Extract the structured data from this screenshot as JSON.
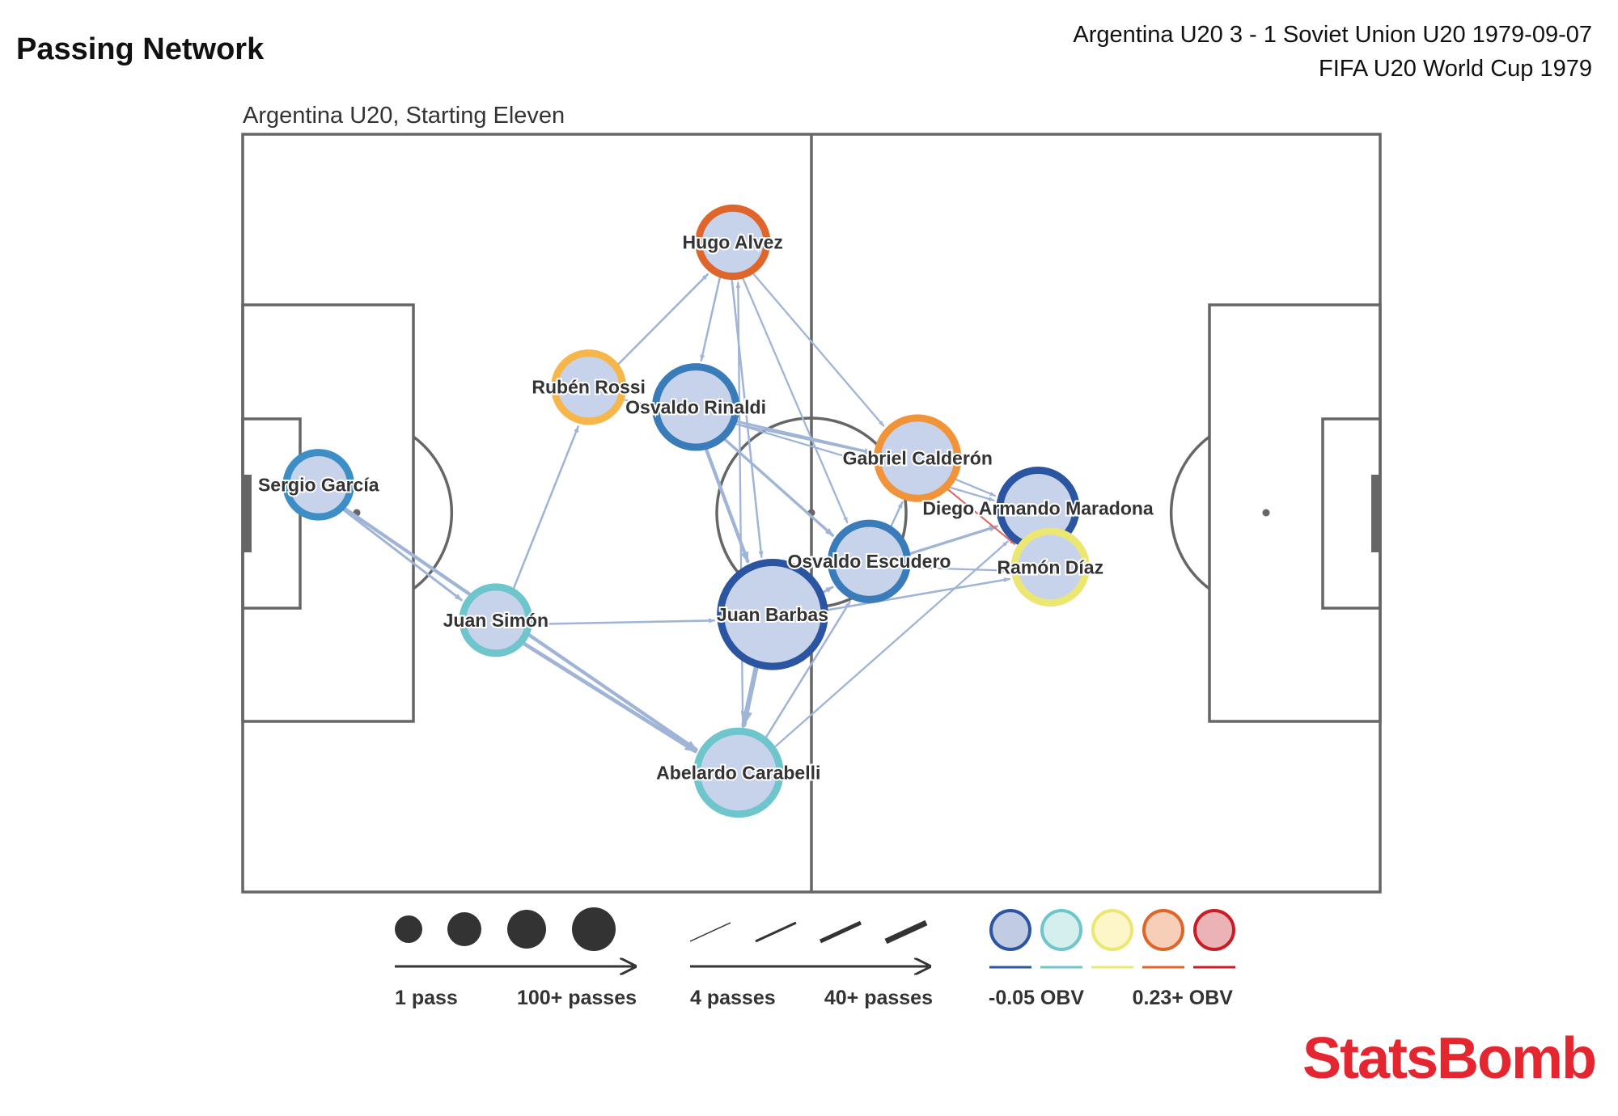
{
  "header": {
    "title": "Passing Network",
    "match_line1": "Argentina U20 3 - 1 Soviet Union U20 1979-09-07",
    "match_line2": "FIFA U20 World Cup 1979",
    "subtitle": "Argentina U20, Starting Eleven"
  },
  "chart_data": {
    "type": "network",
    "pitch_length": 120,
    "pitch_width": 80,
    "players": [
      {
        "name": "Sergio García",
        "x": 8,
        "y": 37,
        "passes": 8,
        "color": "#3d8ec4"
      },
      {
        "name": "Juan Simón",
        "x": 26.7,
        "y": 51.3,
        "passes": 9,
        "color": "#6fc5cc"
      },
      {
        "name": "Rubén Rossi",
        "x": 36.5,
        "y": 26.7,
        "passes": 10,
        "color": "#f6b64a"
      },
      {
        "name": "Hugo Alvez",
        "x": 51.7,
        "y": 11.4,
        "passes": 10,
        "color": "#e0652a"
      },
      {
        "name": "Osvaldo Rinaldi",
        "x": 47.8,
        "y": 28.8,
        "passes": 18,
        "color": "#3a7bb9"
      },
      {
        "name": "Juan Barbas",
        "x": 55.9,
        "y": 50.7,
        "passes": 40,
        "color": "#2b55a0"
      },
      {
        "name": "Abelardo Carabelli",
        "x": 52.3,
        "y": 67.4,
        "passes": 20,
        "color": "#6fc5cc"
      },
      {
        "name": "Osvaldo Escudero",
        "x": 66.1,
        "y": 45.1,
        "passes": 15,
        "color": "#3a7bb9"
      },
      {
        "name": "Gabriel Calderón",
        "x": 71.2,
        "y": 34.2,
        "passes": 18,
        "color": "#f19439"
      },
      {
        "name": "Diego Armando Maradona",
        "x": 83.9,
        "y": 39.5,
        "passes": 15,
        "color": "#2b55a0"
      },
      {
        "name": "Ramón Díaz",
        "x": 85.2,
        "y": 45.7,
        "passes": 12,
        "color": "#ece672"
      }
    ],
    "edges": [
      {
        "from": "Sergio García",
        "to": "Juan Simón",
        "count": 8
      },
      {
        "from": "Sergio García",
        "to": "Abelardo Carabelli",
        "count": 14
      },
      {
        "from": "Juan Simón",
        "to": "Abelardo Carabelli",
        "count": 16
      },
      {
        "from": "Juan Simón",
        "to": "Rubén Rossi",
        "count": 6
      },
      {
        "from": "Juan Simón",
        "to": "Juan Barbas",
        "count": 6
      },
      {
        "from": "Rubén Rossi",
        "to": "Hugo Alvez",
        "count": 6
      },
      {
        "from": "Rubén Rossi",
        "to": "Gabriel Calderón",
        "count": 4
      },
      {
        "from": "Hugo Alvez",
        "to": "Osvaldo Rinaldi",
        "count": 6
      },
      {
        "from": "Hugo Alvez",
        "to": "Juan Barbas",
        "count": 6
      },
      {
        "from": "Hugo Alvez",
        "to": "Gabriel Calderón",
        "count": 5
      },
      {
        "from": "Hugo Alvez",
        "to": "Osvaldo Escudero",
        "count": 5
      },
      {
        "from": "Osvaldo Rinaldi",
        "to": "Juan Barbas",
        "count": 14
      },
      {
        "from": "Osvaldo Rinaldi",
        "to": "Osvaldo Escudero",
        "count": 10
      },
      {
        "from": "Osvaldo Rinaldi",
        "to": "Gabriel Calderón",
        "count": 8
      },
      {
        "from": "Osvaldo Rinaldi",
        "to": "Diego Armando Maradona",
        "count": 5
      },
      {
        "from": "Juan Barbas",
        "to": "Abelardo Carabelli",
        "count": 22
      },
      {
        "from": "Juan Barbas",
        "to": "Osvaldo Escudero",
        "count": 8
      },
      {
        "from": "Juan Barbas",
        "to": "Ramón Díaz",
        "count": 6
      },
      {
        "from": "Abelardo Carabelli",
        "to": "Osvaldo Escudero",
        "count": 6
      },
      {
        "from": "Abelardo Carabelli",
        "to": "Diego Armando Maradona",
        "count": 5
      },
      {
        "from": "Abelardo Carabelli",
        "to": "Hugo Alvez",
        "count": 5
      },
      {
        "from": "Osvaldo Escudero",
        "to": "Diego Armando Maradona",
        "count": 10
      },
      {
        "from": "Osvaldo Escudero",
        "to": "Gabriel Calderón",
        "count": 6
      },
      {
        "from": "Osvaldo Escudero",
        "to": "Ramón Díaz",
        "count": 5
      },
      {
        "from": "Gabriel Calderón",
        "to": "Diego Armando Maradona",
        "count": 5
      },
      {
        "from": "Gabriel Calderón",
        "to": "Ramón Díaz",
        "count": 4,
        "highlight": true
      }
    ]
  },
  "legend": {
    "size_min_label": "1 pass",
    "size_max_label": "100+ passes",
    "width_min_label": "4 passes",
    "width_max_label": "40+ passes",
    "obv_min_label": "-0.05 OBV",
    "obv_max_label": "0.23+ OBV",
    "obv_colors": [
      {
        "stroke": "#2b55a0",
        "fill": "#c1cbe3"
      },
      {
        "stroke": "#6fc5cc",
        "fill": "#d5efef"
      },
      {
        "stroke": "#ece672",
        "fill": "#fcf6c8"
      },
      {
        "stroke": "#e0652a",
        "fill": "#f7cfb8"
      },
      {
        "stroke": "#c81d25",
        "fill": "#ecb3b6"
      }
    ]
  },
  "branding": {
    "logo_text": "StatsBomb"
  },
  "colors": {
    "pitch_line": "#666666",
    "pass_line": "#9fb4d6",
    "highlight_line": "#e06666",
    "node_fill": "#c6d3ea"
  }
}
